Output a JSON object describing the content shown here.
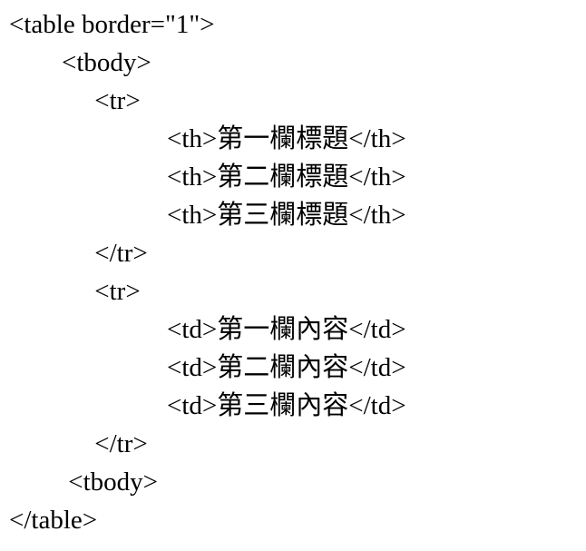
{
  "colors": {
    "background": "#ffffff",
    "text": "#000000"
  },
  "code": {
    "language": "html-source-listing",
    "lines": [
      "<table border=\"1\">",
      "        <tbody>",
      "             <tr>",
      "                        <th>第一欄標題</th>",
      "                        <th>第二欄標題</th>",
      "                        <th>第三欄標題</th>",
      "             </tr>",
      "             <tr>",
      "                        <td>第一欄內容</td>",
      "                        <td>第二欄內容</td>",
      "                        <td>第三欄內容</td>",
      "             </tr>",
      "         <tbody>",
      "</table>"
    ]
  }
}
